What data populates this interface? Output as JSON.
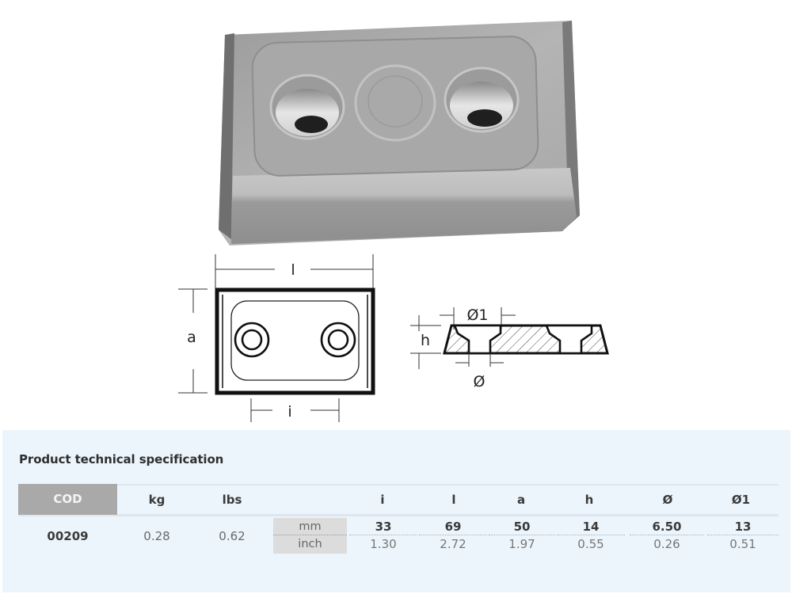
{
  "product_photo": {
    "alt": "zinc anode plate with two countersunk holes"
  },
  "drawing_top": {
    "labels": {
      "length": "l",
      "width": "a",
      "hole_spacing": "i"
    }
  },
  "drawing_side": {
    "labels": {
      "outer_diameter": "Ø1",
      "height": "h",
      "hole_diameter": "Ø"
    }
  },
  "spec": {
    "title": "Product technical specification",
    "headers": {
      "cod": "COD",
      "kg": "kg",
      "lbs": "lbs",
      "i": "i",
      "l": "l",
      "a": "a",
      "h": "h",
      "d": "Ø",
      "d1": "Ø1"
    },
    "units": {
      "mm": "mm",
      "inch": "inch"
    },
    "rows": [
      {
        "cod": "00209",
        "kg": "0.28",
        "lbs": "0.62",
        "mm": {
          "i": "33",
          "l": "69",
          "a": "50",
          "h": "14",
          "d": "6.50",
          "d1": "13"
        },
        "inch": {
          "i": "1.30",
          "l": "2.72",
          "a": "1.97",
          "h": "0.55",
          "d": "0.26",
          "d1": "0.51"
        }
      }
    ]
  },
  "colors": {
    "panel_bg": "#ecf5fc",
    "cod_header_bg": "#a9a9a9",
    "units_bg": "#dcdcdc"
  }
}
